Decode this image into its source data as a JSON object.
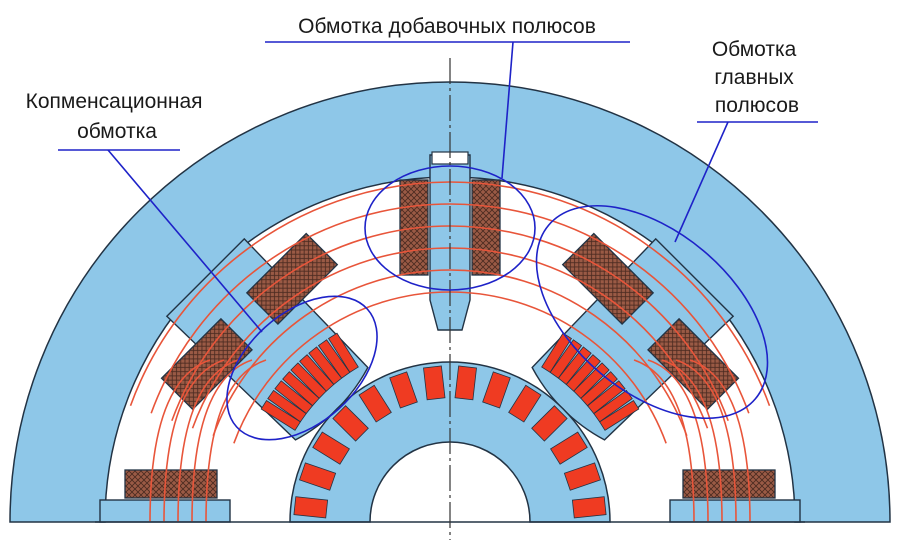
{
  "labels": {
    "additional_poles_winding": "Обмотка добавочных полюсов",
    "compensation_winding": [
      "Копменсационная",
      "обмотка"
    ],
    "main_poles_winding": [
      "Обмотка",
      "главных",
      "полюсов"
    ]
  },
  "colors": {
    "steel": "#8ec7e8",
    "steel_light": "#a4d2ee",
    "outline": "#223344",
    "coil": "#9a5a45",
    "coil_hatch": "#4a2a20",
    "conductor": "#ef3b22",
    "flux_line": "#e8553a",
    "callout": "#1e22c8",
    "axis": "#333333"
  },
  "icons": [
    "main-pole-coil",
    "additional-pole-coil",
    "compensation-slot",
    "armature-slot",
    "flux-line"
  ]
}
